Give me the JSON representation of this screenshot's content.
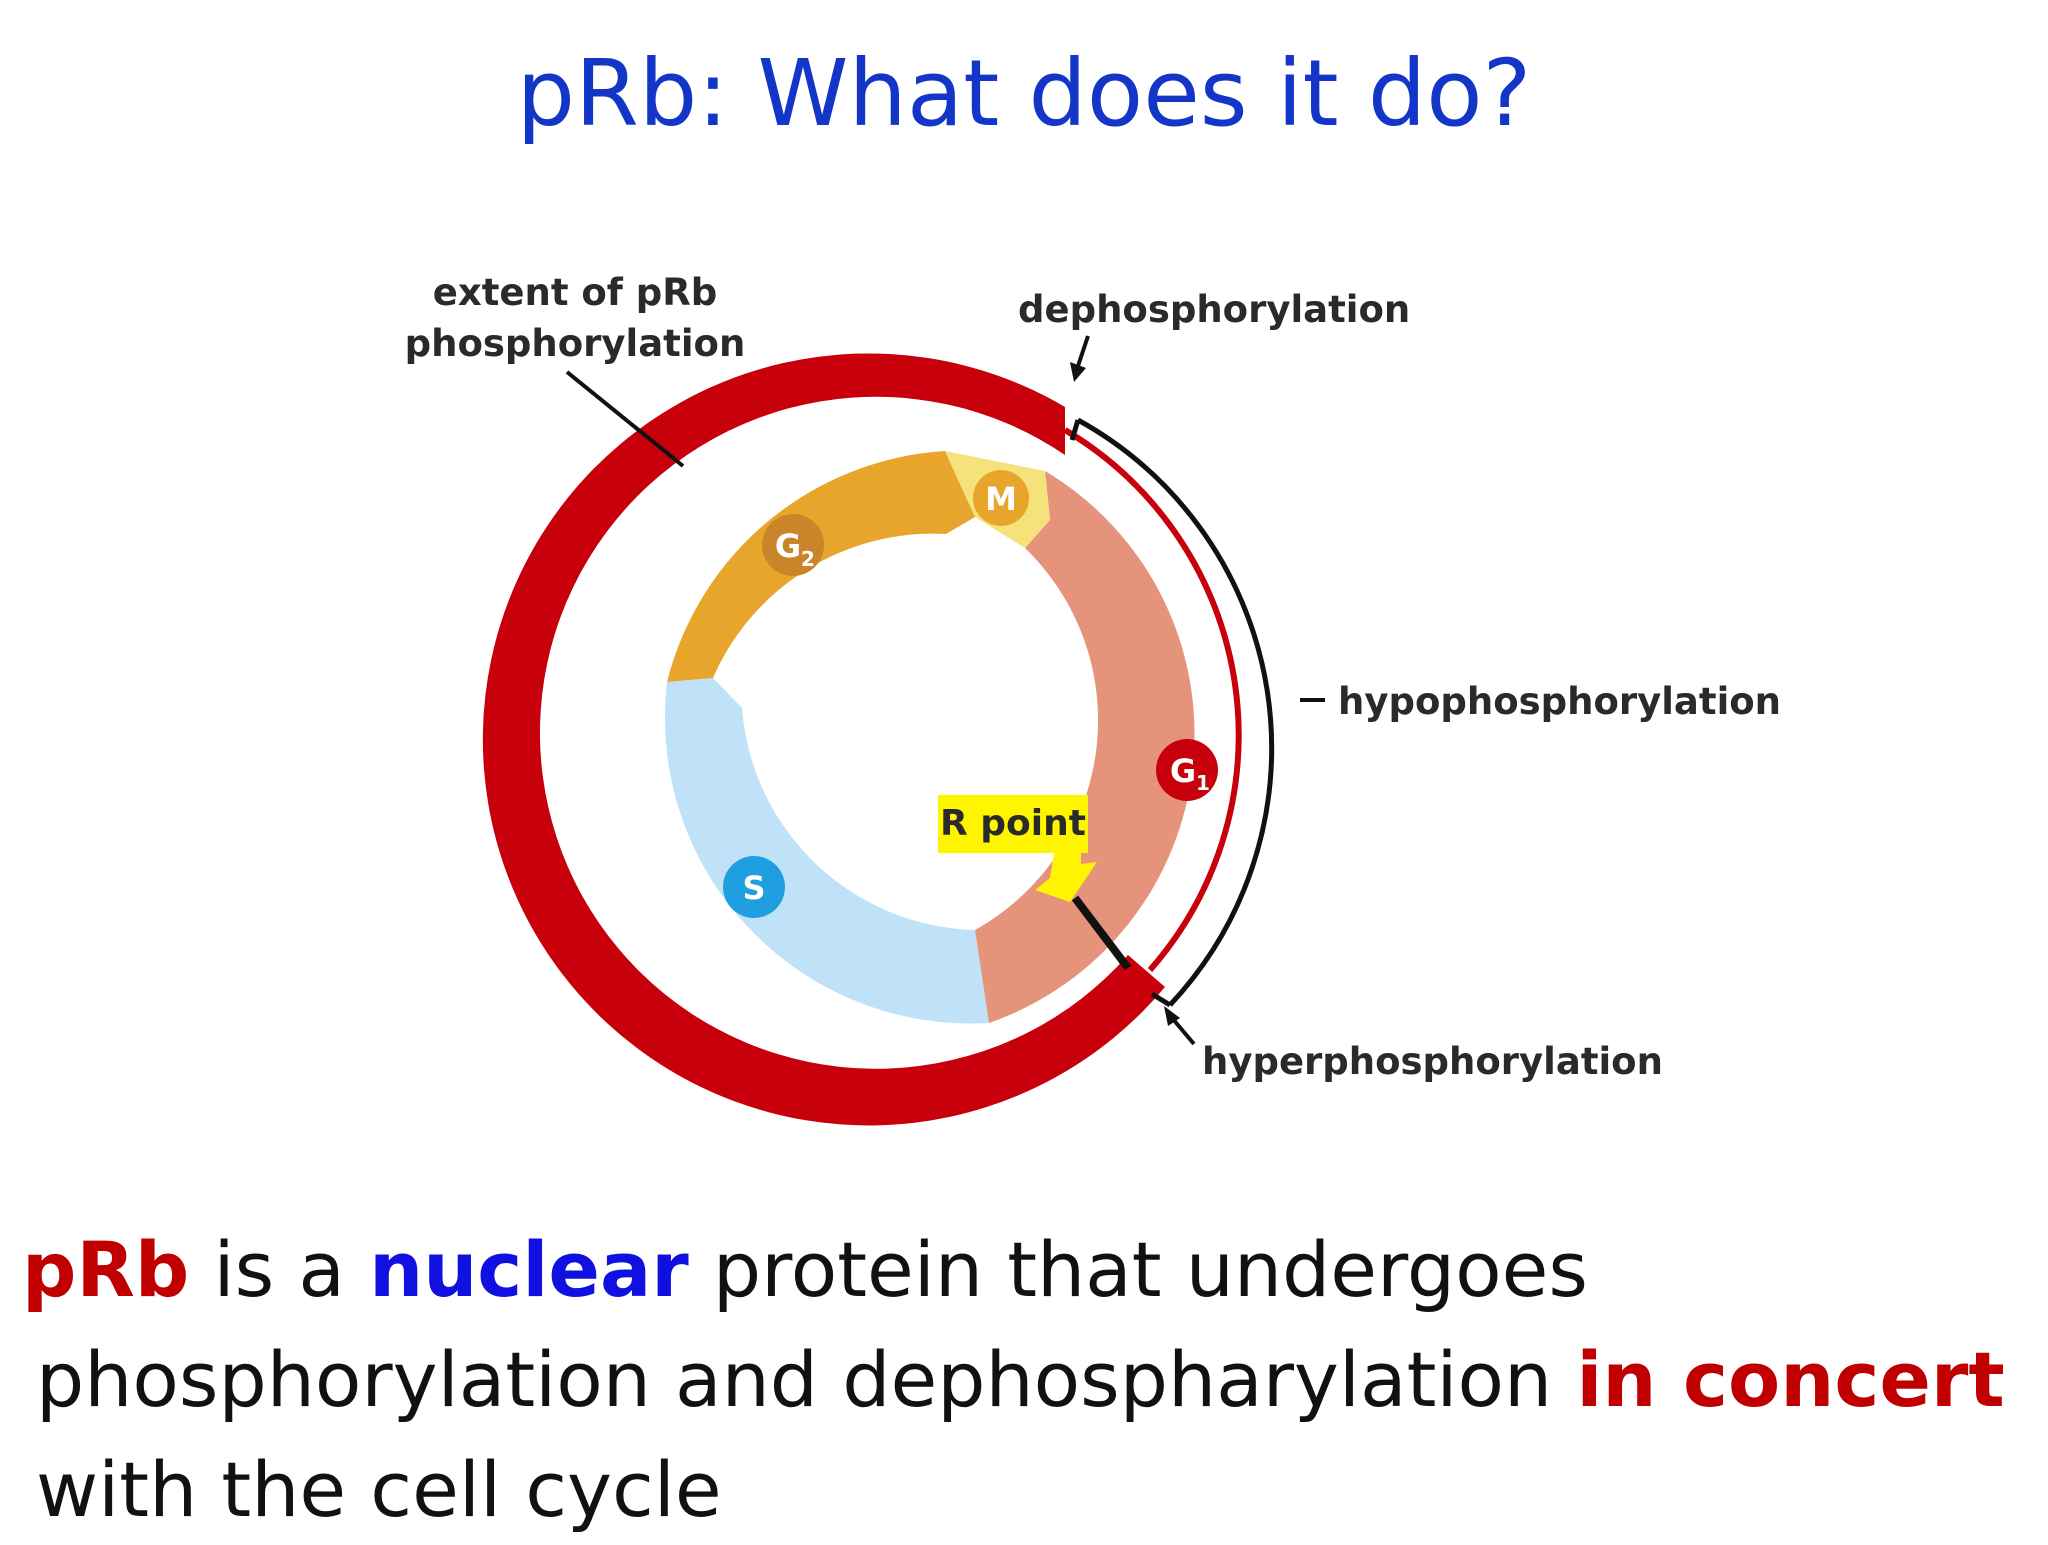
{
  "title": "pRb: What does it do?",
  "diagram": {
    "label_extent": [
      "extent of pRb",
      "phosphorylation"
    ],
    "label_dephos": "dephosphorylation",
    "label_hypo": "hypophosphorylation",
    "label_hyper": "hyperphosphorylation",
    "r_point": "R point",
    "phases": {
      "m": "M",
      "g2": "G",
      "g2_sub": "2",
      "g1": "G",
      "g1_sub": "1",
      "s": "S"
    },
    "colors": {
      "outer_ring": "#c8000c",
      "g2": "#e8a52c",
      "m": "#f6e27a",
      "g1": "#e6937c",
      "s": "#bfe2f8",
      "s_badge": "#1f9fe0",
      "g1_badge": "#c8000c",
      "g2_badge": "#c8852a",
      "r_point_bg": "#fff500"
    }
  },
  "body": {
    "line1": {
      "p1": "pRb",
      "p2": " is a ",
      "p3": "nuclear",
      "p4": " protein that undergoes"
    },
    "line2": {
      "p1": "phosphorylation and dephospharylation ",
      "p2": "in concert"
    },
    "line3": "with the cell cycle"
  }
}
